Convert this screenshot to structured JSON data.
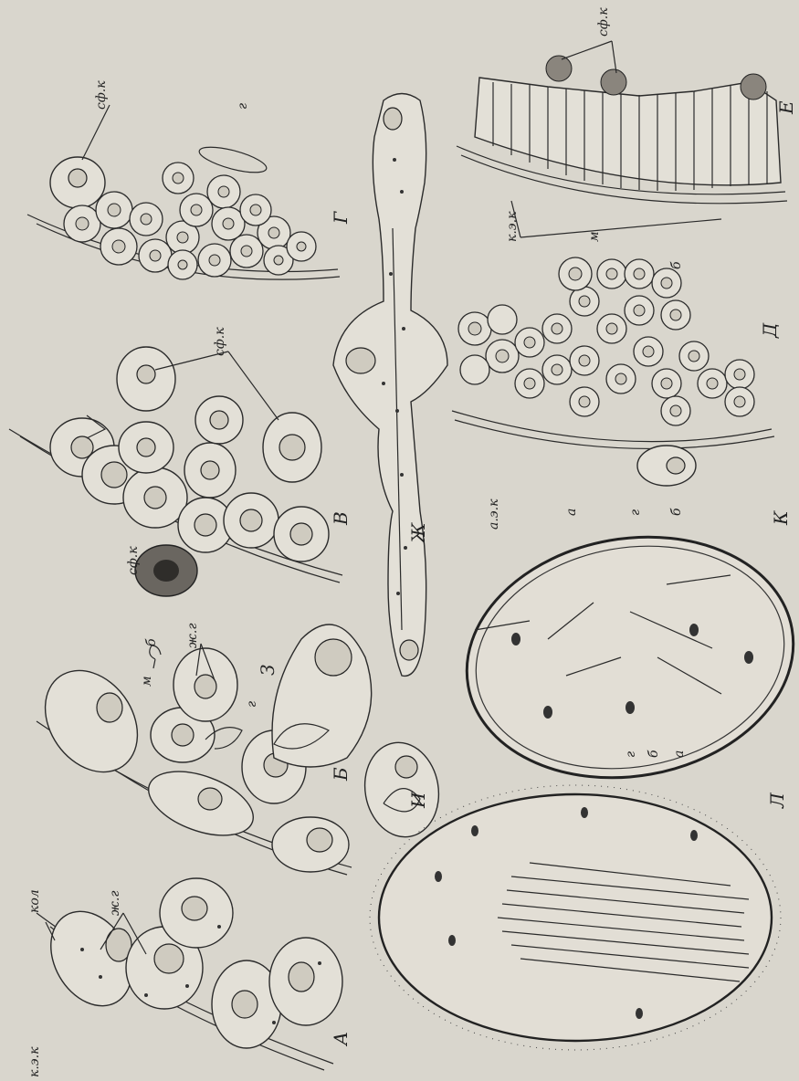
{
  "figure": {
    "panel_letters": {
      "A": "А",
      "B": "Б",
      "V": "В",
      "G": "Г",
      "D": "Д",
      "E": "Е",
      "Zh": "Ж",
      "Z": "З",
      "I": "И",
      "K": "К",
      "L": "Л"
    },
    "labels": {
      "kol": "кол",
      "kek": "к.э.к",
      "zhg": "ж.г",
      "sfk": "сф.к",
      "m": "м",
      "b": "б",
      "a": "а",
      "g": "г",
      "aek": "а.э.к"
    }
  }
}
